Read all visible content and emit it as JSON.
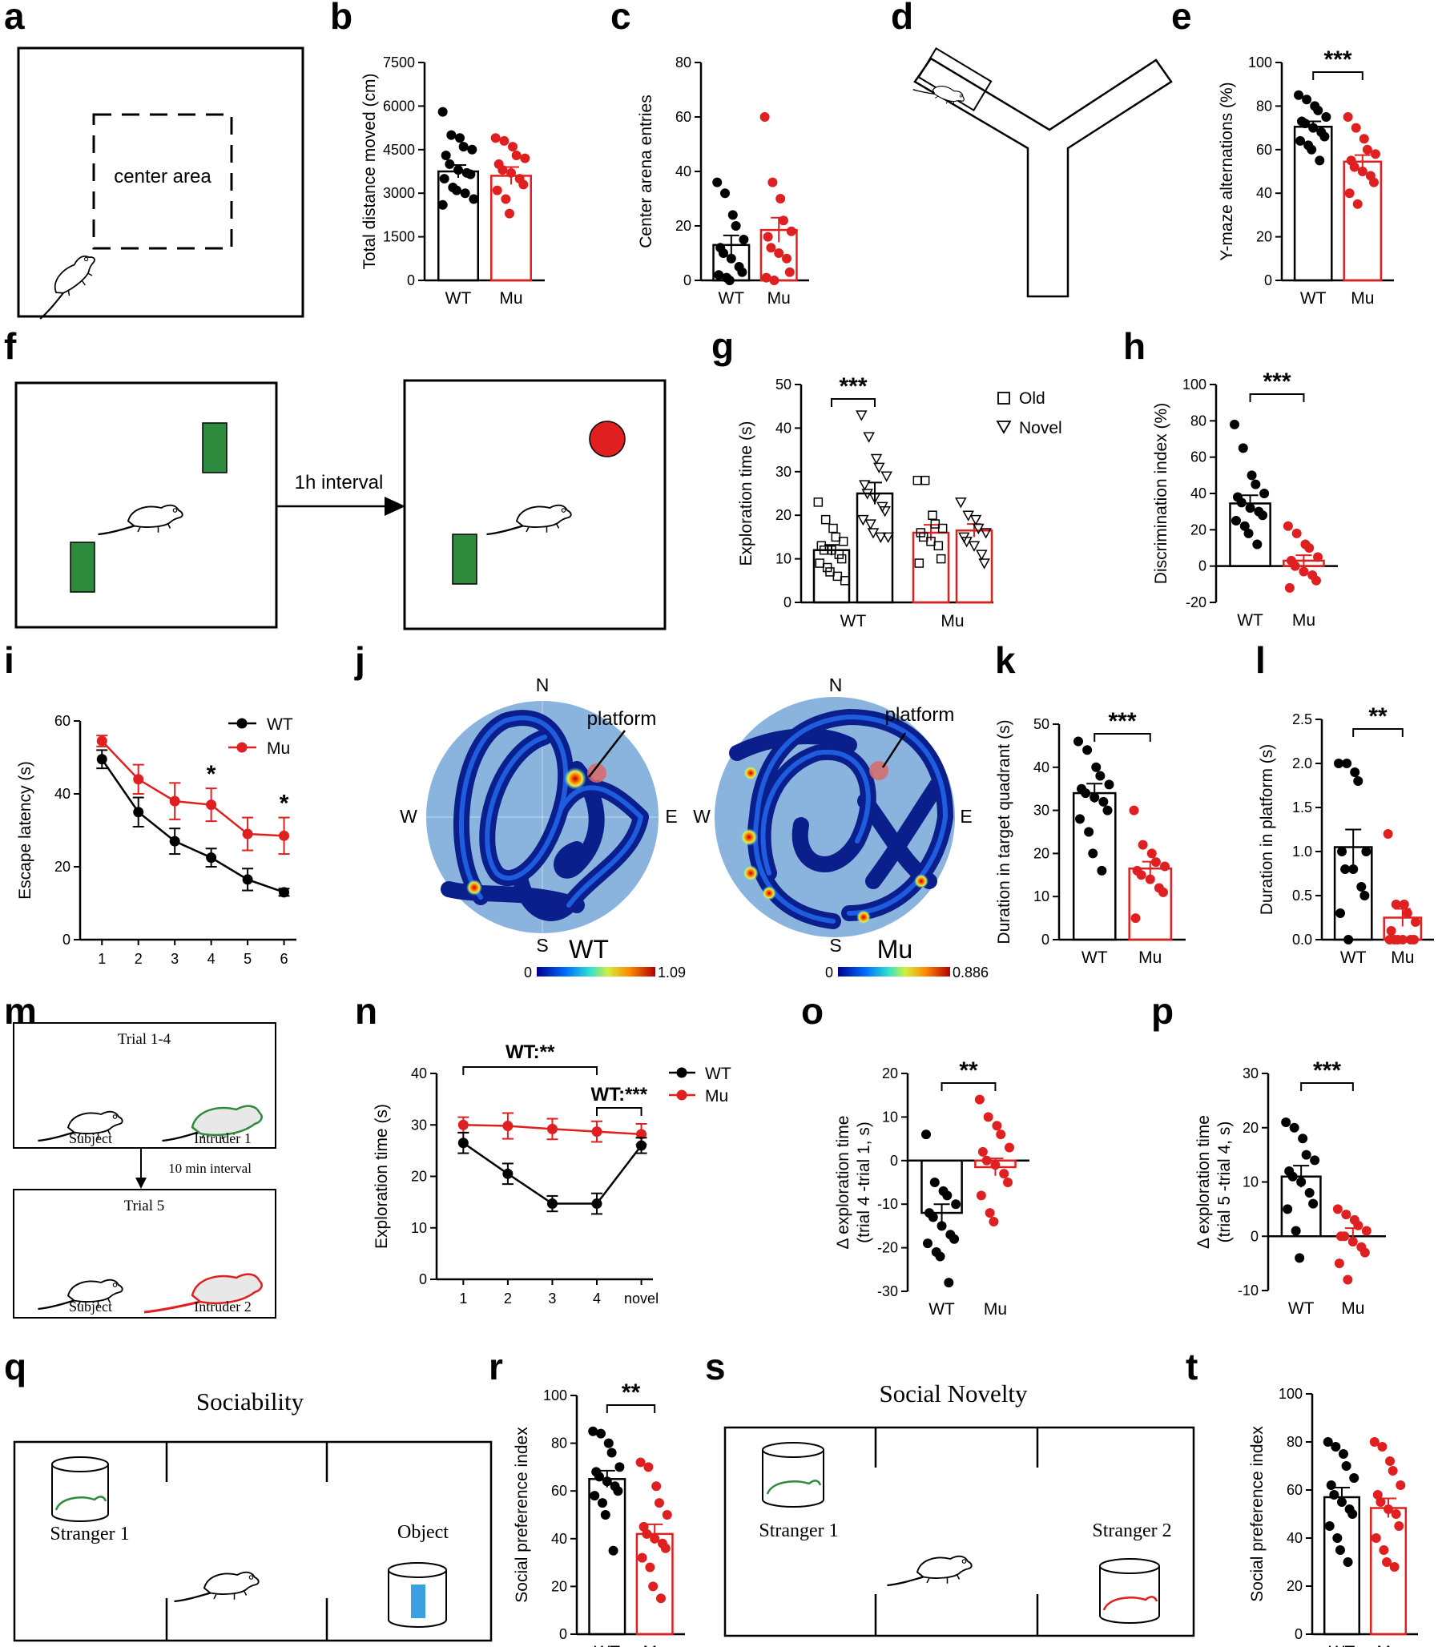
{
  "panel_letters": [
    "a",
    "b",
    "c",
    "d",
    "e",
    "f",
    "g",
    "h",
    "i",
    "j",
    "k",
    "l",
    "m",
    "n",
    "o",
    "p",
    "q",
    "r",
    "s",
    "t"
  ],
  "colors": {
    "wt": "#000000",
    "mu": "#e02020",
    "green": "#2e8b3e",
    "red_object": "#e02020",
    "arena": "#8ab4dd",
    "blue_object": "#3aa0e0"
  },
  "diagrams": {
    "a": {
      "center_label": "center area"
    },
    "f": {
      "interval_label": "1h interval"
    },
    "j": {
      "platform_label": "platform",
      "compass": [
        "N",
        "E",
        "S",
        "W"
      ],
      "wt_label": "WT",
      "mu_label": "Mu",
      "wt_scale": [
        "0",
        "1.09"
      ],
      "mu_scale": [
        "0",
        "0.886"
      ]
    },
    "m": {
      "trial1_title": "Trial 1-4",
      "subject": "Subject",
      "intruder1": "Intruder 1",
      "interval": "10 min interval",
      "trial5_title": "Trial 5",
      "intruder2": "Intruder 2"
    },
    "q": {
      "title": "Sociability",
      "stranger1": "Stranger 1",
      "object": "Object"
    },
    "s": {
      "title": "Social Novelty",
      "stranger1": "Stranger 1",
      "stranger2": "Stranger 2"
    }
  },
  "chart_data": [
    {
      "id": "b",
      "type": "bar",
      "categories": [
        "WT",
        "Mu"
      ],
      "ylabel": "Total distance moved (cm)",
      "ylim": [
        0,
        7500
      ],
      "yticks": [
        0,
        1500,
        3000,
        4500,
        6000,
        7500
      ],
      "means": [
        3750,
        3600
      ],
      "sem": [
        220,
        300
      ],
      "points": [
        [
          5800,
          5000,
          4900,
          4600,
          4500,
          4300,
          4000,
          3800,
          3700,
          3650,
          3500,
          3200,
          3100,
          3000,
          2800,
          2600
        ],
        [
          4900,
          4800,
          4600,
          4300,
          4200,
          4000,
          3800,
          3700,
          3500,
          3300,
          3100,
          2800,
          2300
        ]
      ]
    },
    {
      "id": "c",
      "type": "bar",
      "categories": [
        "WT",
        "Mu"
      ],
      "ylabel": "Center arena entries",
      "ylim": [
        0,
        80
      ],
      "yticks": [
        0,
        20,
        40,
        60,
        80
      ],
      "means": [
        13,
        18.5
      ],
      "sem": [
        3.5,
        4.5
      ],
      "points": [
        [
          36,
          32,
          24,
          20,
          15,
          12,
          10,
          8,
          5,
          3,
          2,
          1,
          0
        ],
        [
          60,
          36,
          30,
          22,
          18,
          16,
          12,
          10,
          8,
          3,
          1,
          0
        ]
      ]
    },
    {
      "id": "e",
      "type": "bar",
      "categories": [
        "WT",
        "Mu"
      ],
      "ylabel": "Y-maze alternations (%)",
      "ylim": [
        0,
        100
      ],
      "yticks": [
        0,
        20,
        40,
        60,
        80,
        100
      ],
      "means": [
        70.5,
        54.5
      ],
      "sem": [
        2.5,
        3
      ],
      "significance": "***",
      "points": [
        [
          85,
          83,
          80,
          78,
          75,
          73,
          72,
          70,
          68,
          66,
          64,
          62,
          60,
          55
        ],
        [
          75,
          70,
          65,
          60,
          58,
          55,
          52,
          50,
          48,
          45,
          40,
          35
        ]
      ]
    },
    {
      "id": "g",
      "type": "bar",
      "categories": [
        "WT",
        "Mu"
      ],
      "ylabel": "Exploration time (s)",
      "ylim": [
        0,
        50
      ],
      "yticks": [
        0,
        10,
        20,
        30,
        40,
        50
      ],
      "series": [
        {
          "name": "Old",
          "means": [
            12,
            16
          ],
          "sem": [
            1.2,
            1.8
          ]
        },
        {
          "name": "Novel",
          "means": [
            25,
            16.5
          ],
          "sem": [
            2.5,
            1.5
          ]
        }
      ],
      "significance": "***",
      "points": [
        [
          [
            23,
            19,
            17,
            15,
            14,
            13,
            12,
            12,
            11,
            10,
            9,
            8,
            7,
            6,
            5
          ],
          [
            43,
            38,
            33,
            31,
            29,
            27,
            25,
            24,
            22,
            21,
            19,
            18,
            16,
            15,
            15
          ]
        ],
        [
          [
            28,
            28,
            20,
            18,
            17,
            16,
            15,
            14,
            13,
            10,
            9
          ],
          [
            23,
            20,
            19,
            17,
            16,
            15,
            14,
            13,
            11,
            9
          ]
        ]
      ]
    },
    {
      "id": "h",
      "type": "bar",
      "categories": [
        "WT",
        "Mu"
      ],
      "ylabel": "Discrimination index (%)",
      "ylim": [
        -20,
        100
      ],
      "yticks": [
        -20,
        0,
        20,
        40,
        60,
        80,
        100
      ],
      "means": [
        34.5,
        3
      ],
      "sem": [
        4.5,
        3
      ],
      "significance": "***",
      "points": [
        [
          78,
          65,
          50,
          45,
          40,
          38,
          35,
          32,
          30,
          28,
          25,
          22,
          18,
          12
        ],
        [
          22,
          18,
          12,
          10,
          5,
          3,
          0,
          -3,
          -5,
          -8,
          -12
        ]
      ]
    },
    {
      "id": "i",
      "type": "line",
      "x": [
        1,
        2,
        3,
        4,
        5,
        6
      ],
      "ylabel": "Escape latency (s)",
      "ylim": [
        0,
        60
      ],
      "yticks": [
        0,
        20,
        40,
        60
      ],
      "series": [
        {
          "name": "WT",
          "values": [
            49.5,
            35,
            27,
            22.5,
            16.5,
            13
          ],
          "sem": [
            2.5,
            4,
            3.5,
            2.5,
            3,
            1
          ]
        },
        {
          "name": "Mu",
          "values": [
            54.5,
            44,
            38,
            37,
            29,
            28.5
          ],
          "sem": [
            1.5,
            4,
            5,
            4.5,
            4.5,
            5
          ]
        }
      ],
      "annotations": [
        {
          "x": 4,
          "text": "*"
        },
        {
          "x": 6,
          "text": "*"
        }
      ]
    },
    {
      "id": "k",
      "type": "bar",
      "categories": [
        "WT",
        "Mu"
      ],
      "ylabel": "Duration in target quadrant (s)",
      "ylim": [
        0,
        50
      ],
      "yticks": [
        0,
        10,
        20,
        30,
        40,
        50
      ],
      "means": [
        34,
        16.5
      ],
      "sem": [
        2.2,
        1.6
      ],
      "significance": "***",
      "points": [
        [
          46,
          44,
          40,
          38,
          36,
          35,
          34,
          33,
          32,
          30,
          28,
          25,
          20,
          16
        ],
        [
          30,
          22,
          20,
          18,
          17,
          16,
          15,
          14,
          12,
          11,
          5
        ]
      ]
    },
    {
      "id": "l",
      "type": "bar",
      "categories": [
        "WT",
        "Mu"
      ],
      "ylabel": "Duration in platform (s)",
      "ylim": [
        0,
        2.5
      ],
      "yticks": [
        0.0,
        0.5,
        1.0,
        1.5,
        2.0,
        2.5
      ],
      "means": [
        1.05,
        0.25
      ],
      "sem": [
        0.2,
        0.1
      ],
      "significance": "**",
      "points": [
        [
          2.0,
          2.0,
          1.9,
          1.8,
          1.0,
          1.0,
          0.8,
          0.8,
          0.6,
          0.5,
          0.3,
          0.0
        ],
        [
          1.2,
          0.4,
          0.4,
          0.3,
          0.2,
          0.1,
          0.0,
          0.0,
          0.0,
          0.0,
          0.0,
          0.0
        ]
      ]
    },
    {
      "id": "n",
      "type": "line",
      "categories": [
        "1",
        "2",
        "3",
        "4",
        "novel"
      ],
      "ylabel": "Exploration time (s)",
      "ylim": [
        0,
        40
      ],
      "yticks": [
        0,
        10,
        20,
        30,
        40
      ],
      "series": [
        {
          "name": "WT",
          "values": [
            26.5,
            20.5,
            14.7,
            14.7,
            26
          ],
          "sem": [
            2,
            2,
            1.5,
            2,
            1.5
          ]
        },
        {
          "name": "Mu",
          "values": [
            30,
            29.8,
            29.2,
            28.7,
            28.2
          ],
          "sem": [
            1.5,
            2.5,
            2,
            2,
            2
          ]
        }
      ],
      "annotations": [
        {
          "text": "WT:**"
        },
        {
          "text": "WT:***"
        }
      ]
    },
    {
      "id": "o",
      "type": "bar",
      "categories": [
        "WT",
        "Mu"
      ],
      "ylabel": "Δ exploration time",
      "ylabel2": "(trial 4 -trial 1, s)",
      "ylim": [
        -30,
        20
      ],
      "yticks": [
        -30,
        -20,
        -10,
        0,
        10,
        20
      ],
      "means": [
        -12,
        -1.5
      ],
      "sem": [
        2,
        2
      ],
      "significance": "**",
      "points": [
        [
          6,
          -5,
          -7,
          -8,
          -10,
          -12,
          -13,
          -15,
          -17,
          -18,
          -19,
          -21,
          -22,
          -28
        ],
        [
          14,
          10,
          8,
          6,
          3,
          2,
          0,
          -1,
          -3,
          -5,
          -8,
          -12,
          -14
        ]
      ]
    },
    {
      "id": "p",
      "type": "bar",
      "categories": [
        "WT",
        "Mu"
      ],
      "ylabel": "Δ exploration time",
      "ylabel2": "(trial 5 -trial 4, s)",
      "ylim": [
        -10,
        30
      ],
      "yticks": [
        -10,
        0,
        10,
        20,
        30
      ],
      "means": [
        11,
        0
      ],
      "sem": [
        2,
        1.5
      ],
      "significance": "***",
      "points": [
        [
          21,
          20,
          18,
          15,
          14,
          12,
          11,
          10,
          8,
          6,
          5,
          1,
          -4
        ],
        [
          5,
          4,
          3,
          2,
          1,
          0,
          0,
          -1,
          -2,
          -3,
          -5,
          -8
        ]
      ]
    },
    {
      "id": "r",
      "type": "bar",
      "categories": [
        "WT",
        "Mu"
      ],
      "ylabel": "Social preference index",
      "ylim": [
        0,
        100
      ],
      "yticks": [
        0,
        20,
        40,
        60,
        80,
        100
      ],
      "means": [
        65,
        42
      ],
      "sem": [
        3.5,
        4
      ],
      "significance": "**",
      "points": [
        [
          85,
          84,
          80,
          76,
          70,
          68,
          66,
          64,
          62,
          60,
          58,
          55,
          50,
          35
        ],
        [
          72,
          70,
          62,
          55,
          50,
          45,
          42,
          40,
          38,
          36,
          32,
          28,
          20,
          15
        ]
      ]
    },
    {
      "id": "t",
      "type": "bar",
      "categories": [
        "WT",
        "Mu"
      ],
      "ylabel": "Social preference index",
      "ylim": [
        0,
        100
      ],
      "yticks": [
        0,
        20,
        40,
        60,
        80,
        100
      ],
      "means": [
        57,
        52.5
      ],
      "sem": [
        4,
        4
      ],
      "points": [
        [
          80,
          78,
          75,
          70,
          65,
          62,
          58,
          55,
          52,
          50,
          45,
          40,
          35,
          30
        ],
        [
          80,
          78,
          72,
          68,
          62,
          58,
          55,
          52,
          50,
          45,
          40,
          35,
          30,
          28
        ]
      ]
    }
  ]
}
